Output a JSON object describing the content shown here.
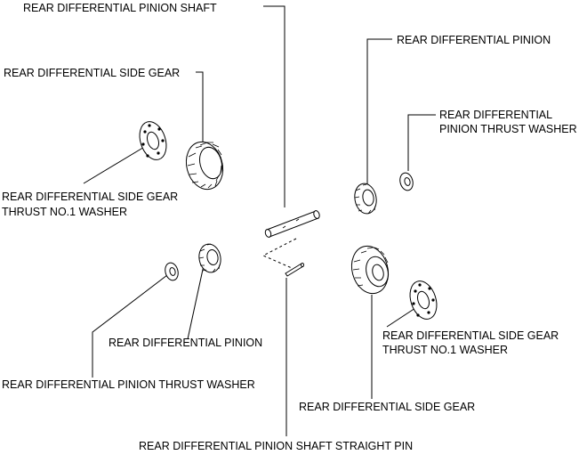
{
  "labels": {
    "pinion_shaft": "REAR DIFFERENTIAL PINION SHAFT",
    "pinion_top": "REAR DIFFERENTIAL PINION",
    "side_gear_top": "REAR DIFFERENTIAL SIDE GEAR",
    "pinion_thrust_washer_right_1": "REAR DIFFERENTIAL",
    "pinion_thrust_washer_right_2": "PINION THRUST WASHER",
    "side_gear_thrust_left_1": "REAR DIFFERENTIAL SIDE GEAR",
    "side_gear_thrust_left_2": "THRUST NO.1 WASHER",
    "pinion_left": "REAR DIFFERENTIAL PINION",
    "pinion_thrust_washer_left": "REAR DIFFERENTIAL PINION THRUST WASHER",
    "side_gear_thrust_right_1": "REAR DIFFERENTIAL SIDE GEAR",
    "side_gear_thrust_right_2": "THRUST NO.1 WASHER",
    "side_gear_bottom": "REAR DIFFERENTIAL SIDE GEAR",
    "straight_pin": "REAR DIFFERENTIAL PINION SHAFT STRAIGHT PIN"
  }
}
